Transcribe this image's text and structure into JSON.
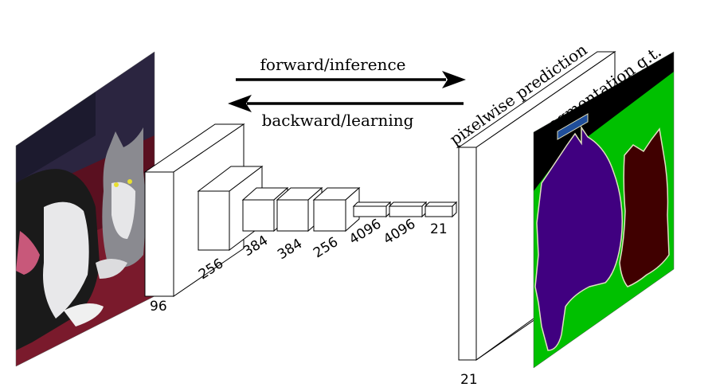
{
  "arrows": {
    "forward_label": "forward/inference",
    "backward_label": "backward/learning"
  },
  "layers": {
    "l1_channels": "96",
    "l2_channels": "256",
    "l3_channels": "384",
    "l4_channels": "384",
    "l5_channels": "256",
    "l6_channels": "4096",
    "l7_channels": "4096",
    "l8_channels": "21"
  },
  "prediction": {
    "label": "pixelwise prediction",
    "channels": "21"
  },
  "ground_truth": {
    "label": "segmentation g.t."
  },
  "colors": {
    "segmentation_background": "#00c000",
    "segmentation_dog": "#400080",
    "segmentation_cat": "#400000",
    "segmentation_boundary": "#e0e0c0",
    "segmentation_void": "#000000",
    "photo_sofa": "#5a1020"
  }
}
